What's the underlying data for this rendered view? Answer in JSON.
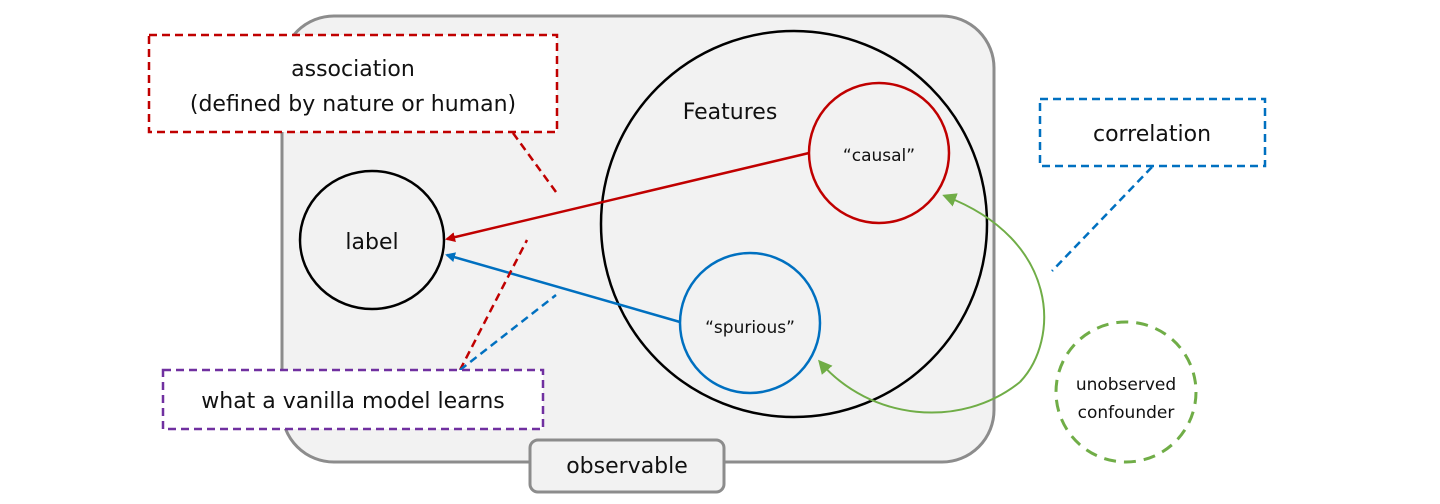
{
  "diagram": {
    "title": "Causal vs spurious features diagram",
    "colors": {
      "observable_fill": "#f2f2f2",
      "observable_stroke": "#8c8c8c",
      "causal": "#c00000",
      "spurious": "#0070c0",
      "confounder": "#70ad47",
      "vanilla": "#7030a0",
      "black": "#000000"
    },
    "nodes": {
      "observable": "observable",
      "label": "label",
      "features": "Features",
      "causal": "“causal”",
      "spurious": "“spurious”",
      "confounder_line1": "unobserved",
      "confounder_line2": "confounder"
    },
    "callouts": {
      "association_line1": "association",
      "association_line2": "(defined by nature or human)",
      "correlation": "correlation",
      "vanilla": "what a vanilla model learns"
    },
    "edges": [
      {
        "from": "causal",
        "to": "label",
        "style": "solid",
        "color": "causal"
      },
      {
        "from": "spurious",
        "to": "label",
        "style": "solid",
        "color": "spurious"
      },
      {
        "from": "unobserved confounder",
        "to": "causal",
        "style": "solid",
        "color": "confounder"
      },
      {
        "from": "unobserved confounder",
        "to": "spurious",
        "style": "solid",
        "color": "confounder"
      }
    ]
  }
}
